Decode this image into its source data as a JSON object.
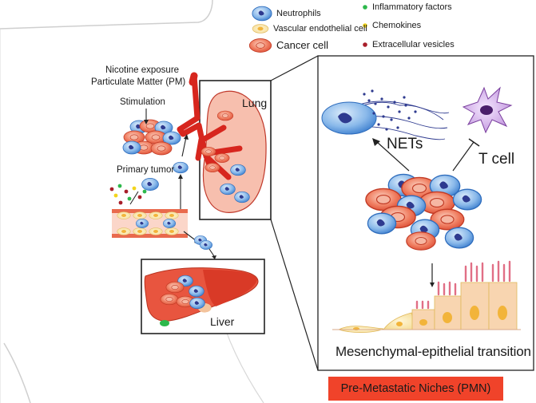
{
  "legend": {
    "neutrophils": "Neutrophils",
    "vascular": "Vascular endothelial cell",
    "cancer": "Cancer cell",
    "inflammatory": "Inflammatory factors",
    "chemokines": "Chemokines",
    "vesicles": "Extracellular vesicles"
  },
  "labels": {
    "exposure_line1": "Nicotine exposure",
    "exposure_line2": "Particulate Matter (PM)",
    "stimulation": "Stimulation",
    "primary_tumor": "Primary tumor",
    "lung": "Lung",
    "liver": "Liver",
    "nets": "NETs",
    "tcell": "T cell",
    "met": "Mesenchymal-epithelial transition",
    "pmn": "Pre-Metastatic Niches (PMN)"
  },
  "colors": {
    "neutrophil": "#4a90d9",
    "cancer": "#e8553f",
    "inflammatory": "#2db84b",
    "chemokines": "#f2d41c",
    "vesicles": "#a81e2a",
    "vessel_red": "#d7261e",
    "pmn_box": "#f0432a"
  }
}
